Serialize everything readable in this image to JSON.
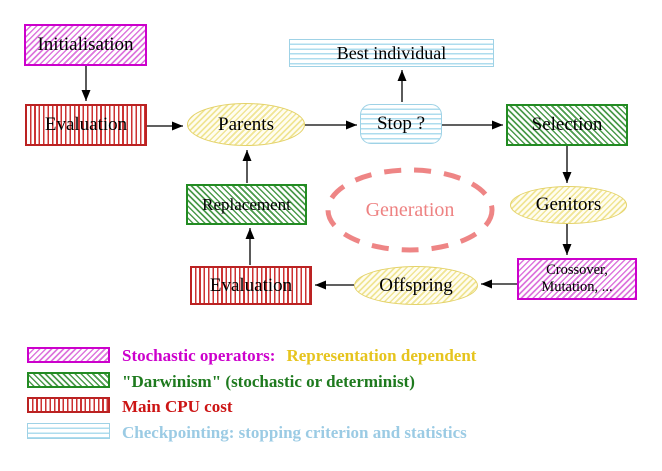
{
  "nodes": {
    "initialisation": "Initialisation",
    "evaluation_top": "Evaluation",
    "parents": "Parents",
    "best_individual": "Best individual",
    "stop": "Stop ?",
    "selection": "Selection",
    "replacement": "Replacement",
    "generation": "Generation",
    "genitors": "Genitors",
    "crossover_line1": "Crossover,",
    "crossover_line2": "Mutation, ...",
    "offspring": "Offspring",
    "evaluation_bottom": "Evaluation"
  },
  "legend": {
    "rows": [
      {
        "text1": "Stochastic operators:",
        "text2": "Representation dependent"
      },
      {
        "text1": "\"Darwinism\" (stochastic or determinist)"
      },
      {
        "text1": "Main CPU cost"
      },
      {
        "text1": "Checkpointing: stopping criterion and statistics"
      }
    ]
  },
  "colors": {
    "magenta": "#cc00cc",
    "green": "#228b22",
    "red": "#cc2222",
    "cyan": "#9fd2e6",
    "yellow": "#e4d268",
    "salmon": "#ee8282",
    "gold_text": "#e6c41e",
    "black": "#000000"
  }
}
